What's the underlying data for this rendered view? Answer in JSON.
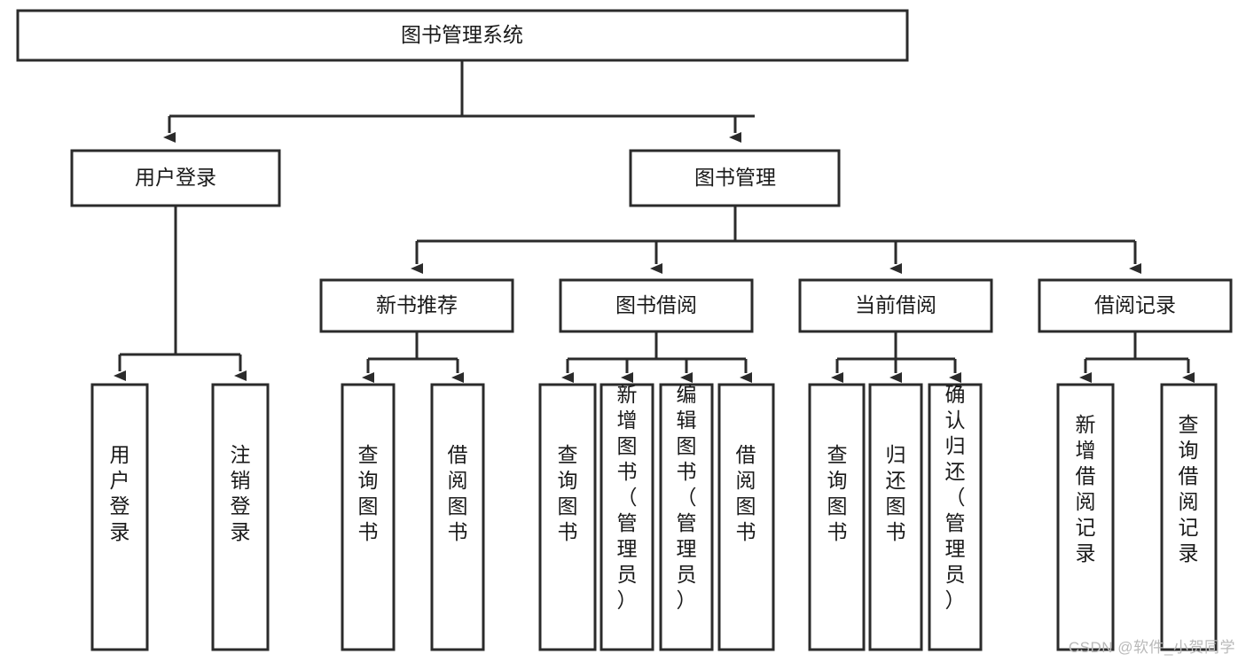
{
  "diagram": {
    "type": "hierarchy-tree",
    "title": "图书管理系统",
    "watermark": "CSDN @软件_小贺同学",
    "colors": {
      "box_stroke": "#2b2b2b",
      "box_fill": "#ffffff",
      "connector": "#2b2b2b",
      "text": "#1a1a1a",
      "background": "#ffffff",
      "watermark": "#b9b9b9"
    },
    "root": {
      "label": "图书管理系统"
    },
    "level2": [
      {
        "label": "用户登录"
      },
      {
        "label": "图书管理"
      }
    ],
    "level3": [
      {
        "label": "新书推荐"
      },
      {
        "label": "图书借阅"
      },
      {
        "label": "当前借阅"
      },
      {
        "label": "借阅记录"
      }
    ],
    "leaves": {
      "user_login": [
        {
          "label": "用户登录"
        },
        {
          "label": "注销登录"
        }
      ],
      "new_book_recommend": [
        {
          "label": "查询图书"
        },
        {
          "label": "借阅图书"
        }
      ],
      "book_borrow": [
        {
          "label": "查询图书"
        },
        {
          "label": "新增图书（管理员）"
        },
        {
          "label": "编辑图书（管理员）"
        },
        {
          "label": "借阅图书"
        }
      ],
      "current_borrow": [
        {
          "label": "查询图书"
        },
        {
          "label": "归还图书"
        },
        {
          "label": "确认归还（管理员）"
        }
      ],
      "borrow_record": [
        {
          "label": "新增借阅记录"
        },
        {
          "label": "查询借阅记录"
        }
      ]
    }
  }
}
